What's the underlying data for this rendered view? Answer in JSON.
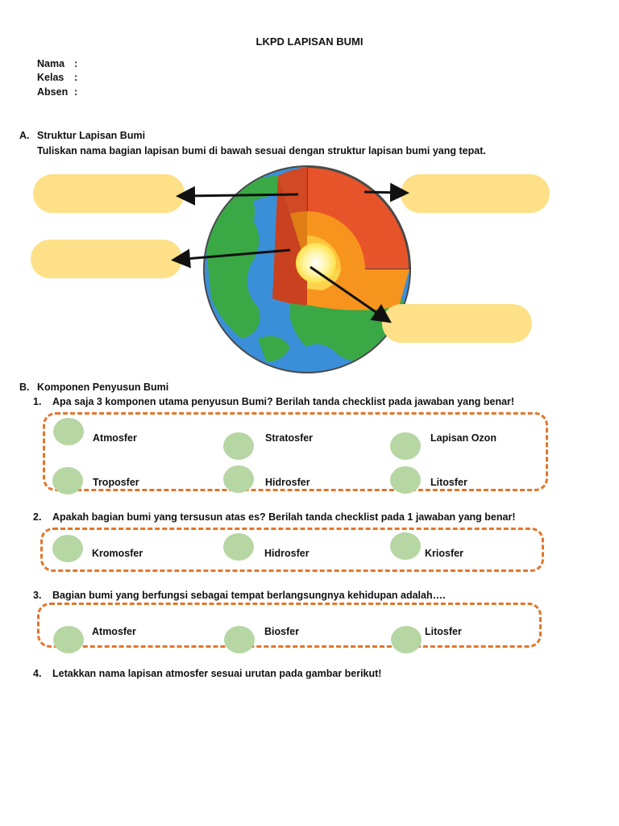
{
  "title": "LKPD LAPISAN BUMI",
  "identity": [
    {
      "label": "Nama",
      "sep": ":"
    },
    {
      "label": "Kelas",
      "sep": ":"
    },
    {
      "label": "Absen",
      "sep": ":"
    }
  ],
  "section_a": {
    "letter": "A.",
    "heading": "Struktur Lapisan Bumi",
    "instruction": "Tuliskan nama bagian lapisan bumi di bawah sesuai dengan struktur lapisan bumi yang tepat."
  },
  "section_b": {
    "letter": "B.",
    "heading": "Komponen Penyusun Bumi"
  },
  "questions": [
    {
      "num": "1.",
      "text": "Apa saja 3 komponen utama penyusun Bumi? Berilah tanda checklist pada jawaban yang benar!",
      "options": [
        "Atmosfer",
        "Stratosfer",
        "Lapisan Ozon",
        "Troposfer",
        "Hidrosfer",
        "Litosfer"
      ]
    },
    {
      "num": "2.",
      "text": "Apakah bagian bumi yang tersusun atas es? Berilah tanda checklist pada 1 jawaban yang benar!",
      "options": [
        "Kromosfer",
        "Hidrosfer",
        "Kriosfer"
      ]
    },
    {
      "num": "3.",
      "text": "Bagian bumi yang berfungsi sebagai tempat berlangsungnya kehidupan adalah….",
      "options": [
        "Atmosfer",
        "Biosfer",
        "Litosfer"
      ]
    },
    {
      "num": "4.",
      "text": "Letakkan nama lapisan atmosfer sesuai urutan pada gambar berikut!",
      "options": []
    }
  ],
  "colors": {
    "answer_box": "#fde087",
    "dash_border": "#e2762b",
    "checkbox": "#b6d6a3",
    "crust": "#f05a28",
    "mantle": "#f7941d",
    "outer_core": "#fcc33a",
    "inner_core": "#fff6a8",
    "ocean": "#3b8fd9",
    "land": "#3aa845"
  }
}
